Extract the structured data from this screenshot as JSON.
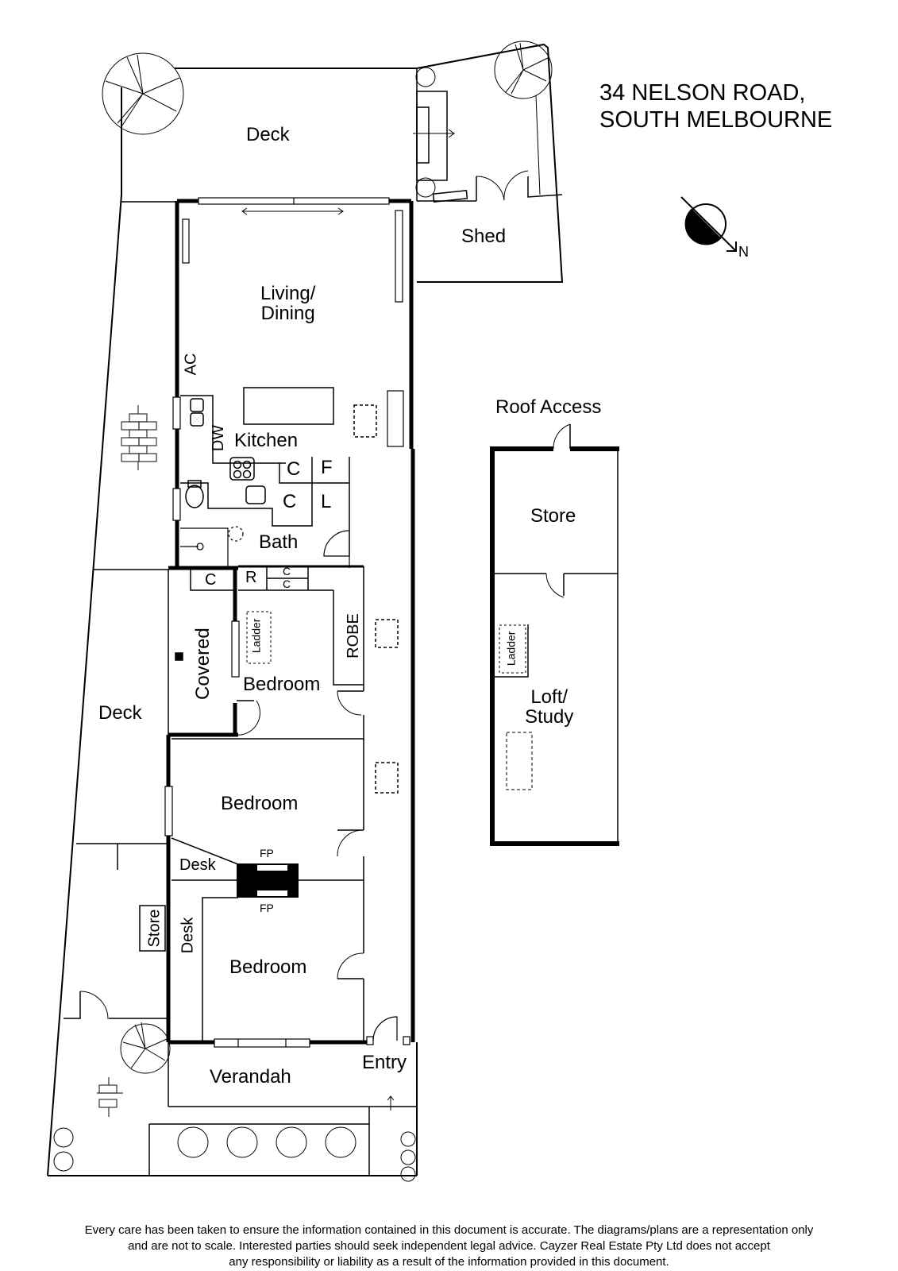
{
  "header": {
    "address_line1": "34 NELSON ROAD,",
    "address_line2": "SOUTH MELBOURNE"
  },
  "compass": {
    "icon": "north-arrow-icon",
    "label": "N"
  },
  "rooms": {
    "deck_rear": "Deck",
    "shed": "Shed",
    "living_line1": "Living/",
    "living_line2": "Dining",
    "ac": "AC",
    "kitchen": "Kitchen",
    "dw": "DW",
    "cupboard_c1": "C",
    "fridge": "F",
    "cupboard_c2": "C",
    "laundry": "L",
    "bath": "Bath",
    "cupboard_c3": "C",
    "cupboard_r": "R",
    "cupboard_c4": "C",
    "cupboard_c5": "C",
    "robe": "ROBE",
    "ladder_bed": "Ladder",
    "bedroom1": "Bedroom",
    "covered": "Covered",
    "deck_side": "Deck",
    "bedroom2": "Bedroom",
    "desk1": "Desk",
    "fp_top": "FP",
    "fp_bottom": "FP",
    "store_side": "Store",
    "desk2": "Desk",
    "bedroom3": "Bedroom",
    "entry": "Entry",
    "verandah": "Verandah"
  },
  "loft": {
    "roof_access": "Roof Access",
    "store": "Store",
    "ladder": "Ladder",
    "loft_line1": "Loft/",
    "loft_line2": "Study"
  },
  "footer": {
    "disclaimer_line1": "Every care has been taken to ensure the information contained in this document is accurate. The diagrams/plans are a representation only",
    "disclaimer_line2": "and are not to scale. Interested parties should seek independent legal advice. Cayzer Real Estate Pty Ltd does not accept",
    "disclaimer_line3": "any responsibility or liability as a result of the information provided in this document."
  }
}
